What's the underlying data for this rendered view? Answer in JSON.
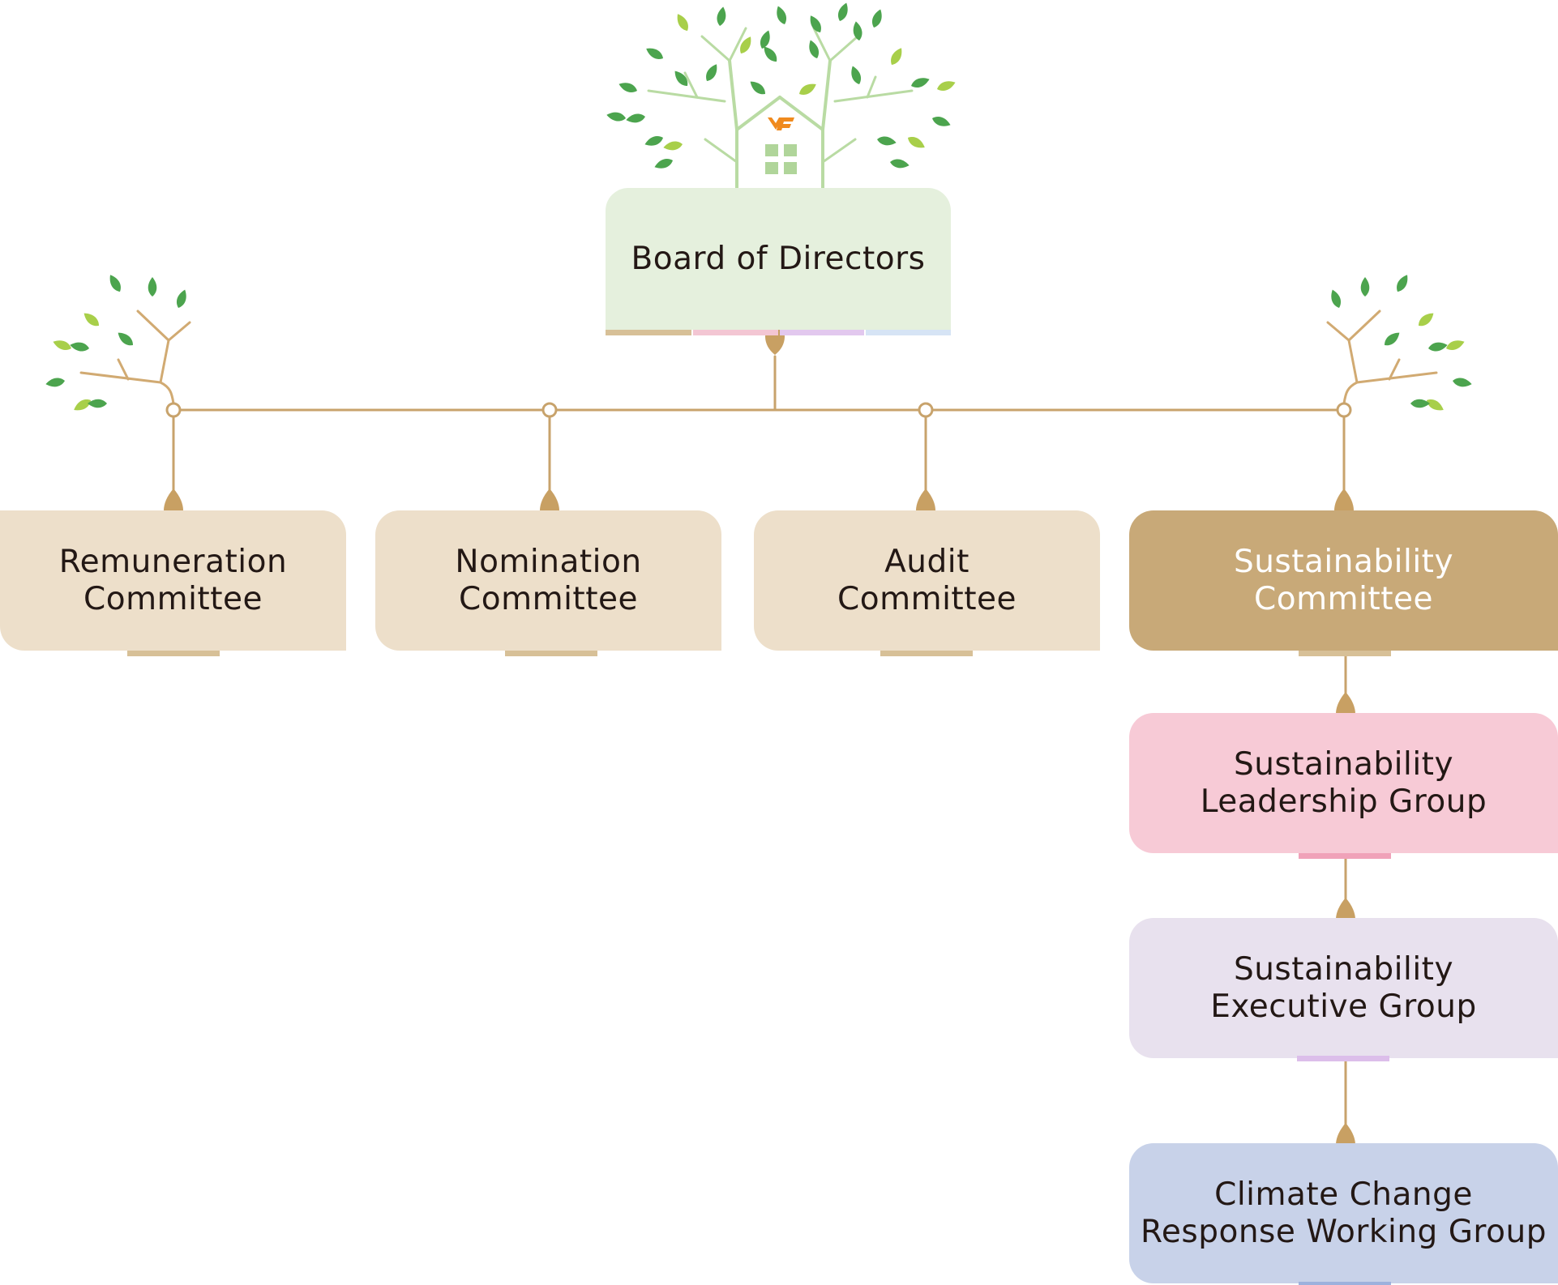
{
  "diagram": {
    "type": "organization-chart",
    "root": {
      "id": "board",
      "label": "Board of Directors"
    },
    "committees": [
      {
        "id": "remuneration",
        "label": "Remuneration\nCommittee"
      },
      {
        "id": "nomination",
        "label": "Nomination\nCommittee"
      },
      {
        "id": "audit",
        "label": "Audit\nCommittee"
      },
      {
        "id": "sustainability",
        "label": "Sustainability\nCommittee"
      }
    ],
    "sustainability_chain": [
      {
        "id": "leadership",
        "label": "Sustainability\nLeadership Group"
      },
      {
        "id": "executive",
        "label": "Sustainability\nExecutive Group"
      },
      {
        "id": "climate",
        "label": "Climate Change\nResponse Working Group"
      }
    ],
    "edges": [
      [
        "board",
        "remuneration"
      ],
      [
        "board",
        "nomination"
      ],
      [
        "board",
        "audit"
      ],
      [
        "board",
        "sustainability"
      ],
      [
        "sustainability",
        "leadership"
      ],
      [
        "leadership",
        "executive"
      ],
      [
        "executive",
        "climate"
      ]
    ]
  },
  "colors": {
    "connector": "#c8a36c",
    "leaf_knob": "#c8a063",
    "board_fill": "#e5f0dd",
    "committee_fill": "#eddfca",
    "committee_tab": "#d7c097",
    "sustainability_fill": "#c8a978",
    "sustainability_text": "#ffffff",
    "leadership_fill": "#f7cad6",
    "leadership_tab": "#f0a2b9",
    "executive_fill": "#e8e1ee",
    "executive_tab": "#dcbeea",
    "climate_fill": "#c8d2e9",
    "climate_tab": "#9db1dd",
    "text": "#231815",
    "tree_branch_green": "#b9dba3",
    "tree_branch_tan": "#d1aa72",
    "leaf_dark": "#4ca44e",
    "leaf_light": "#a8cf4a",
    "logo_orange": "#f08a1e",
    "window_green": "#b0d59a"
  },
  "icons": [
    "tree-house-icon",
    "logo-icon",
    "branch-sprig-icon",
    "leaf-knob-icon"
  ]
}
